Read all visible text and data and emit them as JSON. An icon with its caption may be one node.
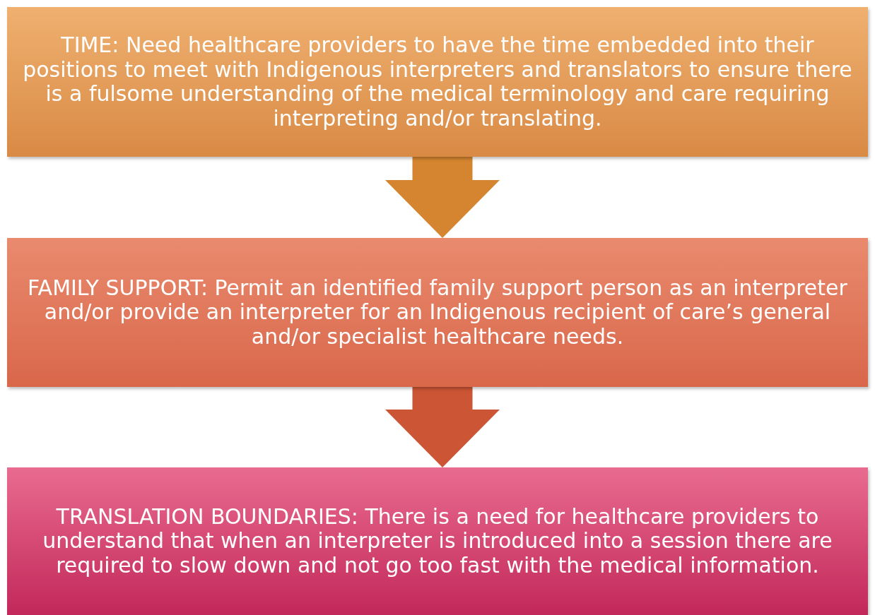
{
  "diagram": {
    "nodes": [
      {
        "text": [
          "TIME: Need healthcare providers to have the time embedded into their positions to meet with Indigenous interpreters and translators to ensure there is a fulsome understanding of the medical terminology and care requiring interpreting and/or translating."
        ]
      },
      {
        "text": [
          "FAMILY SUPPORT: Permit an identified family support person as an interpreter and/or provide an interpreter for an Indigenous recipient of care’s general and/or specialist healthcare needs."
        ]
      },
      {
        "text": [
          "TRANSLATION BOUNDARIES: There is a need for healthcare providers to understand that when an interpreter is introduced into a session there are required to slow down and not go too fast with the medical information."
        ]
      }
    ],
    "edges": [
      {
        "from": 0,
        "to": 1,
        "arrow": "to",
        "color": "#d5852f"
      },
      {
        "from": 1,
        "to": 2,
        "arrow": "to",
        "color": "#cc5535"
      }
    ]
  }
}
